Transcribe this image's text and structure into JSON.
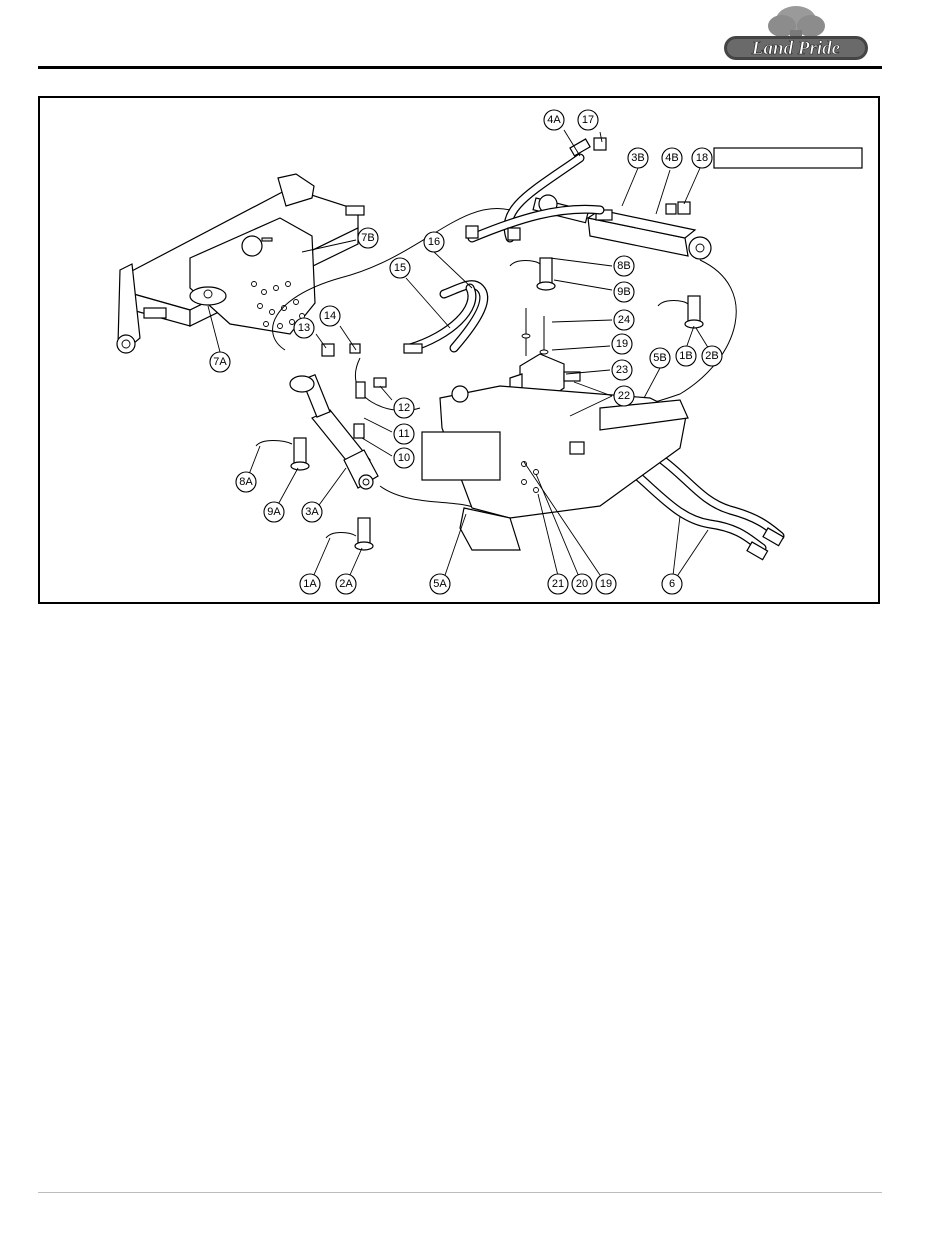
{
  "brand": {
    "logo_text": "Land Pride"
  },
  "diagram": {
    "box_labels": [
      "",
      ""
    ],
    "callouts": [
      "4A",
      "17",
      "3B",
      "4B",
      "18",
      "7B",
      "16",
      "15",
      "8B",
      "9B",
      "24",
      "14",
      "13",
      "19",
      "23",
      "7A",
      "5B",
      "12",
      "22",
      "1B",
      "2B",
      "11",
      "10",
      "8A",
      "9A",
      "3A",
      "1A",
      "2A",
      "5A",
      "21",
      "20",
      "19",
      "6"
    ]
  }
}
